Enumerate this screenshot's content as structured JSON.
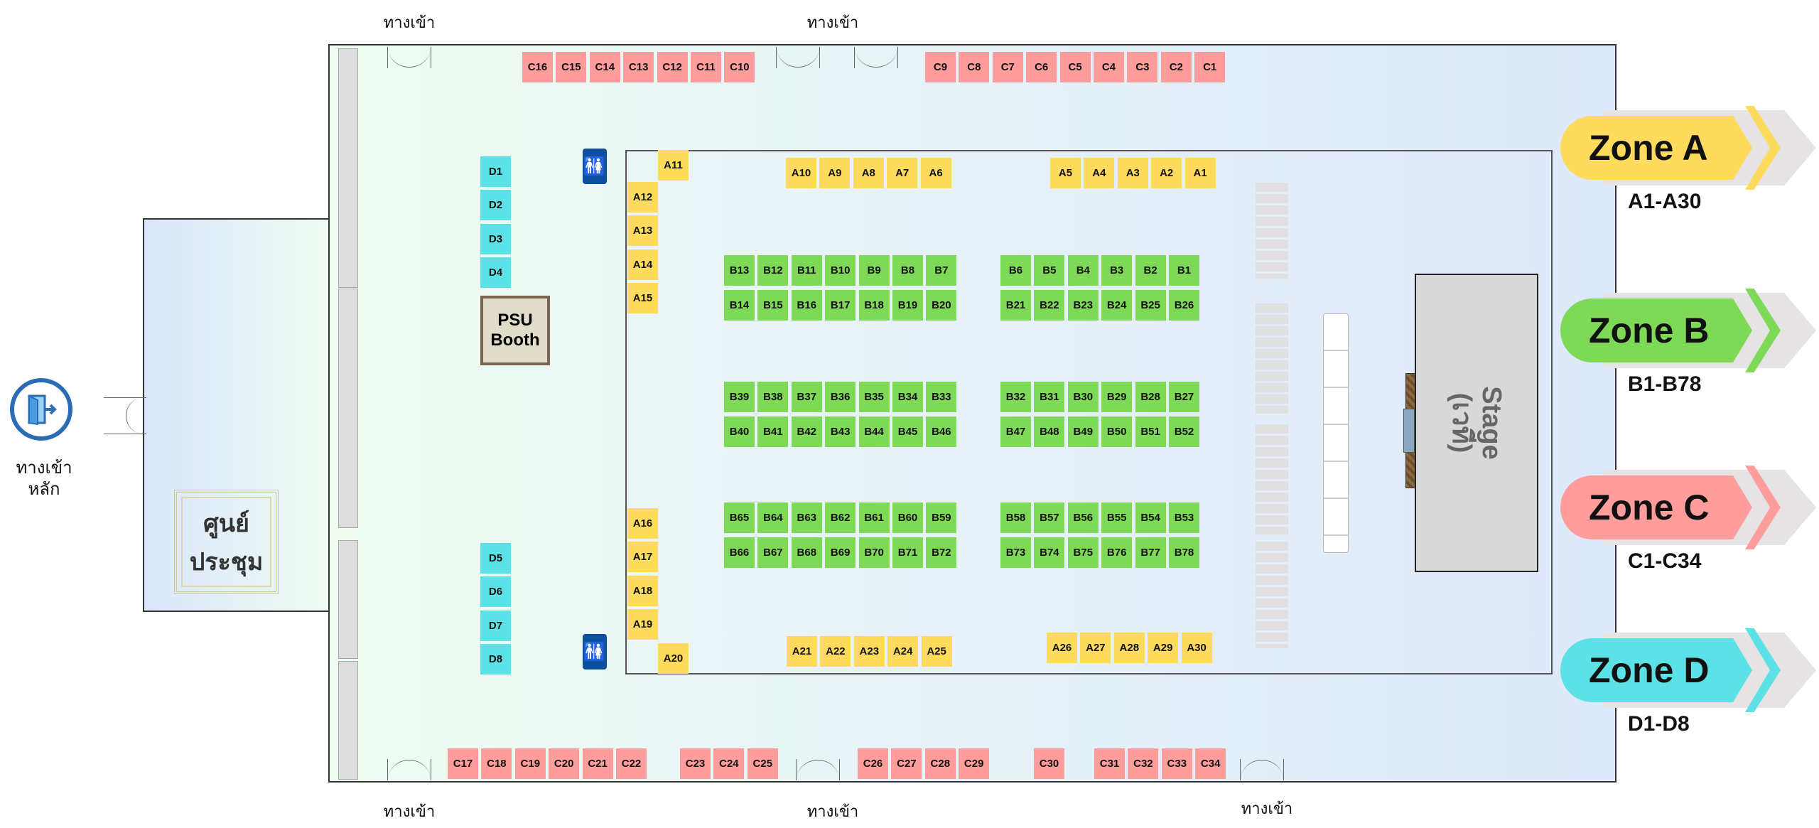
{
  "entrances": {
    "top_left": "ทางเข้า",
    "top_mid": "ทางเข้า",
    "bottom_left": "ทางเข้า",
    "bottom_mid": "ทางเข้า",
    "bottom_right": "ทางเข้า"
  },
  "main_entrance": {
    "line1": "ทางเข้า",
    "line2": "หลัก",
    "icon": "exit-door-icon"
  },
  "conference_center": {
    "line1": "ศูนย์",
    "line2": "ประชุม"
  },
  "psu_booth": {
    "line1": "PSU",
    "line2": "Booth"
  },
  "stage": {
    "label": "Stage",
    "sub": "(เวที)"
  },
  "colors": {
    "A": "#fedb5c",
    "B": "#7ed957",
    "C": "#ff9c9c",
    "D": "#5ce1e6"
  },
  "booths": {
    "c_top_left": [
      "C16",
      "C15",
      "C14",
      "C13",
      "C12",
      "C11",
      "C10"
    ],
    "c_top_right": [
      "C9",
      "C8",
      "C7",
      "C6",
      "C5",
      "C4",
      "C3",
      "C2",
      "C1"
    ],
    "c_bot_1": [
      "C17",
      "C18",
      "C19",
      "C20",
      "C21",
      "C22"
    ],
    "c_bot_2": [
      "C23",
      "C24",
      "C25"
    ],
    "c_bot_3": [
      "C26",
      "C27",
      "C28",
      "C29"
    ],
    "c_bot_4": [
      "C30"
    ],
    "c_bot_5": [
      "C31",
      "C32",
      "C33",
      "C34"
    ],
    "a_top_left": [
      "A10",
      "A9",
      "A8",
      "A7",
      "A6"
    ],
    "a_top_right": [
      "A5",
      "A4",
      "A3",
      "A2",
      "A1"
    ],
    "a_11": [
      "A11"
    ],
    "a_left_top": [
      "A12",
      "A13",
      "A14",
      "A15"
    ],
    "a_left_bot": [
      "A16",
      "A17",
      "A18",
      "A19"
    ],
    "a_20": [
      "A20"
    ],
    "a_bot_left": [
      "A21",
      "A22",
      "A23",
      "A24",
      "A25"
    ],
    "a_bot_right": [
      "A26",
      "A27",
      "A28",
      "A29",
      "A30"
    ],
    "b_r1_l": [
      "B13",
      "B12",
      "B11",
      "B10",
      "B9",
      "B8",
      "B7"
    ],
    "b_r1_r": [
      "B6",
      "B5",
      "B4",
      "B3",
      "B2",
      "B1"
    ],
    "b_r2_l": [
      "B14",
      "B15",
      "B16",
      "B17",
      "B18",
      "B19",
      "B20"
    ],
    "b_r2_r": [
      "B21",
      "B22",
      "B23",
      "B24",
      "B25",
      "B26"
    ],
    "b_r3_l": [
      "B39",
      "B38",
      "B37",
      "B36",
      "B35",
      "B34",
      "B33"
    ],
    "b_r3_r": [
      "B32",
      "B31",
      "B30",
      "B29",
      "B28",
      "B27"
    ],
    "b_r4_l": [
      "B40",
      "B41",
      "B42",
      "B43",
      "B44",
      "B45",
      "B46"
    ],
    "b_r4_r": [
      "B47",
      "B48",
      "B49",
      "B50",
      "B51",
      "B52"
    ],
    "b_r5_l": [
      "B65",
      "B64",
      "B63",
      "B62",
      "B61",
      "B60",
      "B59"
    ],
    "b_r5_r": [
      "B58",
      "B57",
      "B56",
      "B55",
      "B54",
      "B53"
    ],
    "b_r6_l": [
      "B66",
      "B67",
      "B68",
      "B69",
      "B70",
      "B71",
      "B72"
    ],
    "b_r6_r": [
      "B73",
      "B74",
      "B75",
      "B76",
      "B77",
      "B78"
    ],
    "d_top": [
      "D1",
      "D2",
      "D3",
      "D4"
    ],
    "d_bot": [
      "D5",
      "D6",
      "D7",
      "D8"
    ]
  },
  "legend": [
    {
      "zone": "A",
      "label": "Zone A",
      "range": "A1-A30",
      "color": "#fedb5c",
      "accent": "#fedb5c"
    },
    {
      "zone": "B",
      "label": "Zone B",
      "range": "B1-B78",
      "color": "#7ed957",
      "accent": "#7ed957"
    },
    {
      "zone": "C",
      "label": "Zone C",
      "range": "C1-C34",
      "color": "#ff9c9c",
      "accent": "#ff9c9c"
    },
    {
      "zone": "D",
      "label": "Zone D",
      "range": "D1-D8",
      "color": "#5ce1e6",
      "accent": "#5ce1e6"
    }
  ]
}
